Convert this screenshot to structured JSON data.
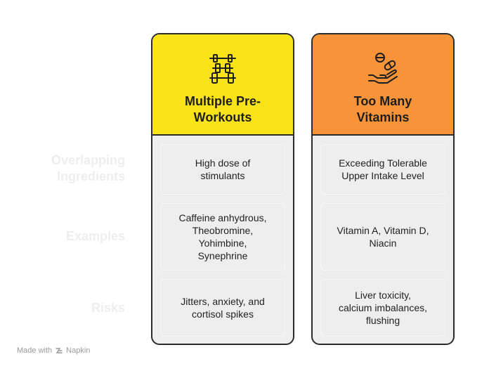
{
  "rows": [
    {
      "label_line1": "Overlapping",
      "label_line2": "Ingredients"
    },
    {
      "label_line1": "Examples"
    },
    {
      "label_line1": "Risks"
    }
  ],
  "columns": [
    {
      "title_line1": "Multiple Pre-",
      "title_line2": "Workouts",
      "color": "#FAE318",
      "icon": "dumbbell-icon",
      "cells": [
        {
          "lines": [
            "High dose of",
            "stimulants"
          ]
        },
        {
          "lines": [
            "Caffeine anhydrous,",
            "Theobromine,",
            "Yohimbine,",
            "Synephrine"
          ]
        },
        {
          "lines": [
            "Jitters, anxiety, and",
            "cortisol spikes"
          ]
        }
      ]
    },
    {
      "title_line1": "Too Many",
      "title_line2": "Vitamins",
      "color": "#F7943A",
      "icon": "pill-hand-icon",
      "cells": [
        {
          "lines": [
            "Exceeding Tolerable",
            "Upper Intake Level"
          ]
        },
        {
          "lines": [
            "Vitamin A, Vitamin D,",
            "Niacin"
          ]
        },
        {
          "lines": [
            "Liver toxicity,",
            "calcium imbalances,",
            "flushing"
          ]
        }
      ]
    }
  ],
  "footer": {
    "text": "Made with",
    "brand": "Napkin"
  }
}
